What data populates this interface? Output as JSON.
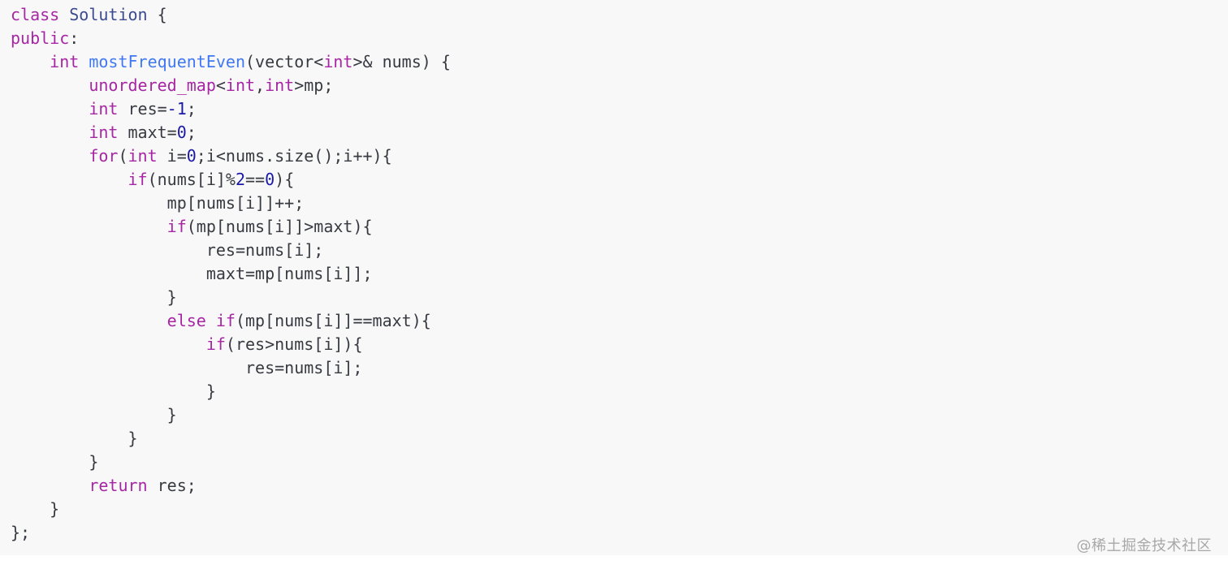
{
  "code": {
    "language": "cpp",
    "lines": [
      [
        {
          "t": "class",
          "c": "kw"
        },
        {
          "t": " ",
          "c": "tx"
        },
        {
          "t": "Solution",
          "c": "cls"
        },
        {
          "t": " {",
          "c": "tx"
        }
      ],
      [
        {
          "t": "public",
          "c": "kw"
        },
        {
          "t": ":",
          "c": "tx"
        }
      ],
      [
        {
          "t": "    ",
          "c": "tx"
        },
        {
          "t": "int",
          "c": "ty"
        },
        {
          "t": " ",
          "c": "tx"
        },
        {
          "t": "mostFrequentEven",
          "c": "fn"
        },
        {
          "t": "(vector<",
          "c": "tx"
        },
        {
          "t": "int",
          "c": "ty"
        },
        {
          "t": ">& nums) {",
          "c": "tx"
        }
      ],
      [
        {
          "t": "        ",
          "c": "tx"
        },
        {
          "t": "unordered_map",
          "c": "ty"
        },
        {
          "t": "<",
          "c": "tx"
        },
        {
          "t": "int",
          "c": "ty"
        },
        {
          "t": ",",
          "c": "tx"
        },
        {
          "t": "int",
          "c": "ty"
        },
        {
          "t": ">mp;",
          "c": "tx"
        }
      ],
      [
        {
          "t": "        ",
          "c": "tx"
        },
        {
          "t": "int",
          "c": "ty"
        },
        {
          "t": " res=",
          "c": "tx"
        },
        {
          "t": "-1",
          "c": "num"
        },
        {
          "t": ";",
          "c": "tx"
        }
      ],
      [
        {
          "t": "        ",
          "c": "tx"
        },
        {
          "t": "int",
          "c": "ty"
        },
        {
          "t": " maxt=",
          "c": "tx"
        },
        {
          "t": "0",
          "c": "num"
        },
        {
          "t": ";",
          "c": "tx"
        }
      ],
      [
        {
          "t": "        ",
          "c": "tx"
        },
        {
          "t": "for",
          "c": "kw"
        },
        {
          "t": "(",
          "c": "tx"
        },
        {
          "t": "int",
          "c": "ty"
        },
        {
          "t": " i=",
          "c": "tx"
        },
        {
          "t": "0",
          "c": "num"
        },
        {
          "t": ";i<nums.size();i++){",
          "c": "tx"
        }
      ],
      [
        {
          "t": "            ",
          "c": "tx"
        },
        {
          "t": "if",
          "c": "kw"
        },
        {
          "t": "(nums[i]%",
          "c": "tx"
        },
        {
          "t": "2",
          "c": "num"
        },
        {
          "t": "==",
          "c": "tx"
        },
        {
          "t": "0",
          "c": "num"
        },
        {
          "t": "){",
          "c": "tx"
        }
      ],
      [
        {
          "t": "                mp[nums[i]]++;",
          "c": "tx"
        }
      ],
      [
        {
          "t": "                ",
          "c": "tx"
        },
        {
          "t": "if",
          "c": "kw"
        },
        {
          "t": "(mp[nums[i]]>maxt){",
          "c": "tx"
        }
      ],
      [
        {
          "t": "                    res=nums[i];",
          "c": "tx"
        }
      ],
      [
        {
          "t": "                    maxt=mp[nums[i]];",
          "c": "tx"
        }
      ],
      [
        {
          "t": "                }",
          "c": "tx"
        }
      ],
      [
        {
          "t": "                ",
          "c": "tx"
        },
        {
          "t": "else",
          "c": "kw"
        },
        {
          "t": " ",
          "c": "tx"
        },
        {
          "t": "if",
          "c": "kw"
        },
        {
          "t": "(mp[nums[i]]==maxt){",
          "c": "tx"
        }
      ],
      [
        {
          "t": "                    ",
          "c": "tx"
        },
        {
          "t": "if",
          "c": "kw"
        },
        {
          "t": "(res>nums[i]){",
          "c": "tx"
        }
      ],
      [
        {
          "t": "                        res=nums[i];",
          "c": "tx"
        }
      ],
      [
        {
          "t": "                    }",
          "c": "tx"
        }
      ],
      [
        {
          "t": "                }",
          "c": "tx"
        }
      ],
      [
        {
          "t": "            }",
          "c": "tx"
        }
      ],
      [
        {
          "t": "        }",
          "c": "tx"
        }
      ],
      [
        {
          "t": "        ",
          "c": "tx"
        },
        {
          "t": "return",
          "c": "kw"
        },
        {
          "t": " res;",
          "c": "tx"
        }
      ],
      [
        {
          "t": "    }",
          "c": "tx"
        }
      ],
      [
        {
          "t": "};",
          "c": "tx"
        }
      ]
    ]
  },
  "watermark": "@稀土掘金技术社区",
  "colors": {
    "background": "#f8f8f8",
    "keyword": "#a626a4",
    "function": "#4078f2",
    "number": "#1a1aa6",
    "text": "#383a42"
  }
}
